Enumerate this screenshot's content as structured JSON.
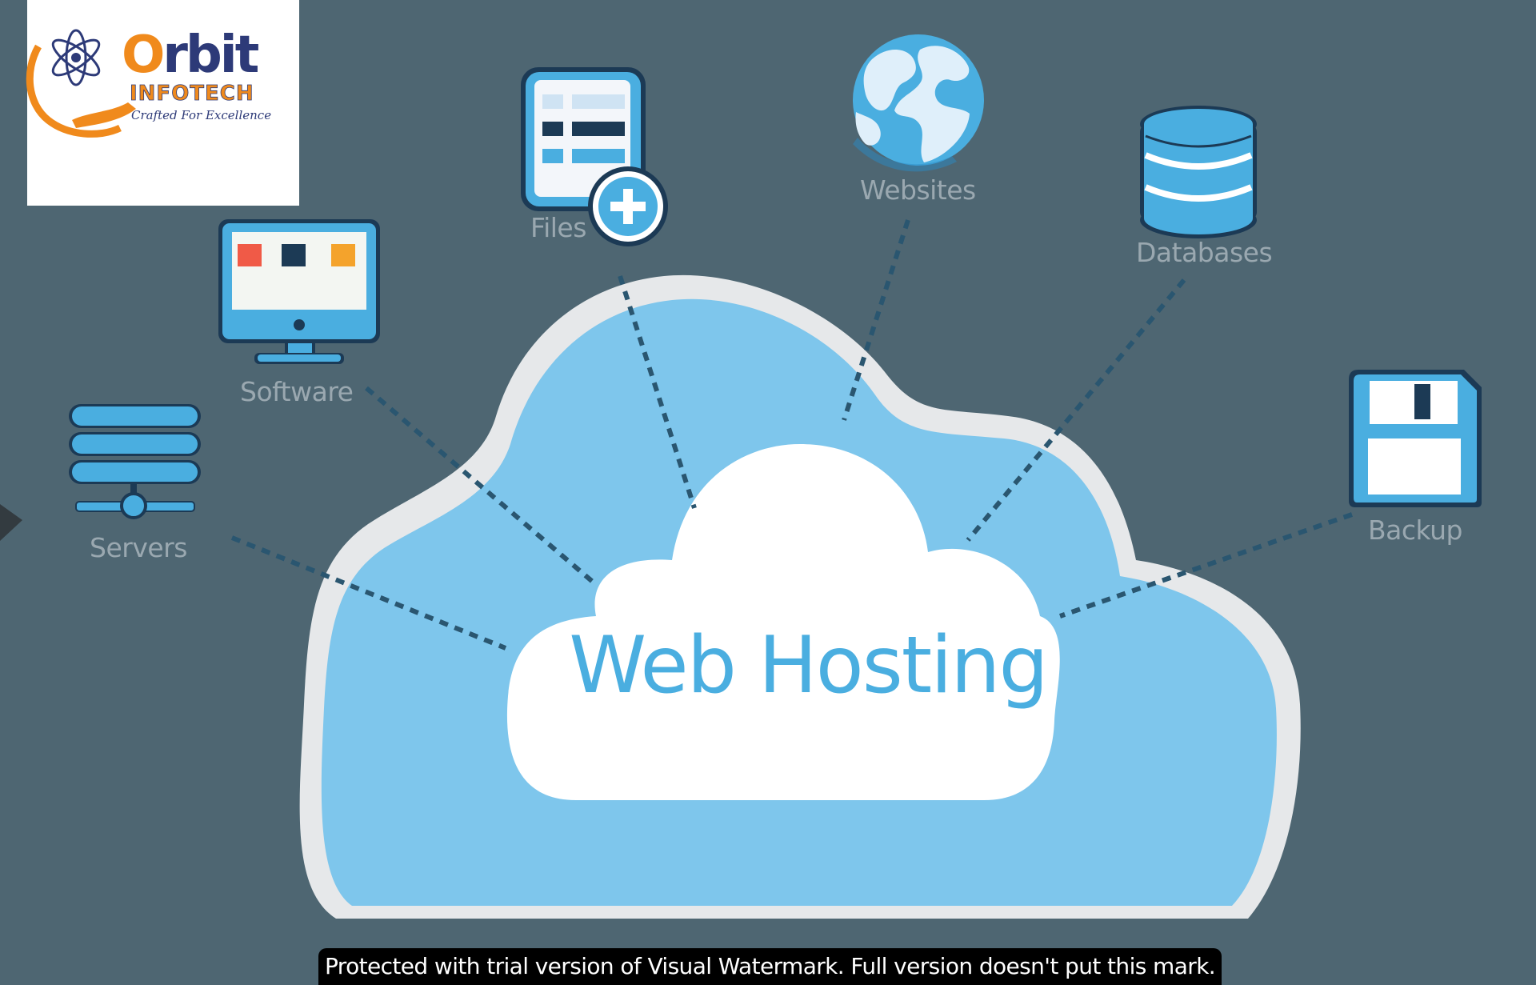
{
  "logo": {
    "name": "Orbit",
    "sub": "INFOTECH",
    "tagline": "Crafted For Excellence",
    "colors": {
      "orange": "#f08a1c",
      "navy": "#2d3a78",
      "white": "#ffffff"
    }
  },
  "diagram": {
    "title": "Web Hosting",
    "items": {
      "servers": "Servers",
      "software": "Software",
      "files": "Files",
      "websites": "Websites",
      "databases": "Databases",
      "backup": "Backup"
    }
  },
  "watermark": "Protected with trial version of Visual Watermark. Full version doesn't put this mark.",
  "colors": {
    "background": "#4e6672",
    "cloud_light": "#7ec6ec",
    "cloud_outline": "#e6e8ea",
    "accent_blue": "#4aaee0",
    "dark_navy": "#1c3a55",
    "dashed_line": "#2a5670"
  }
}
